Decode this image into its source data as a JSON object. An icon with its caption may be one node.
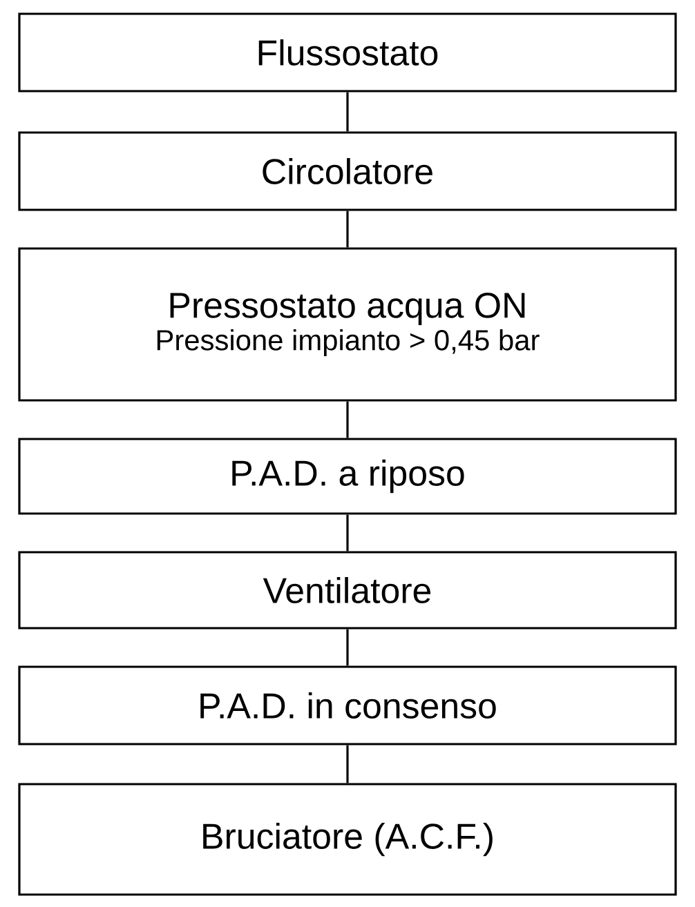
{
  "diagram": {
    "nodes": [
      {
        "text": [
          "Flussostato"
        ]
      },
      {
        "text": [
          "Circolatore"
        ]
      },
      {
        "text": [
          "Pressostato acqua ON",
          "Pressione impianto > 0,45 bar"
        ]
      },
      {
        "text": [
          "P.A.D. a riposo"
        ]
      },
      {
        "text": [
          "Ventilatore"
        ]
      },
      {
        "text": [
          "P.A.D. in consenso"
        ]
      },
      {
        "text": [
          "Bruciatore (A.C.F.)"
        ]
      }
    ],
    "edges": [
      {
        "from": 0,
        "to": 1,
        "arrow": "none"
      },
      {
        "from": 1,
        "to": 2,
        "arrow": "none"
      },
      {
        "from": 2,
        "to": 3,
        "arrow": "none"
      },
      {
        "from": 3,
        "to": 4,
        "arrow": "none"
      },
      {
        "from": 4,
        "to": 5,
        "arrow": "none"
      },
      {
        "from": 5,
        "to": 6,
        "arrow": "none"
      }
    ]
  }
}
